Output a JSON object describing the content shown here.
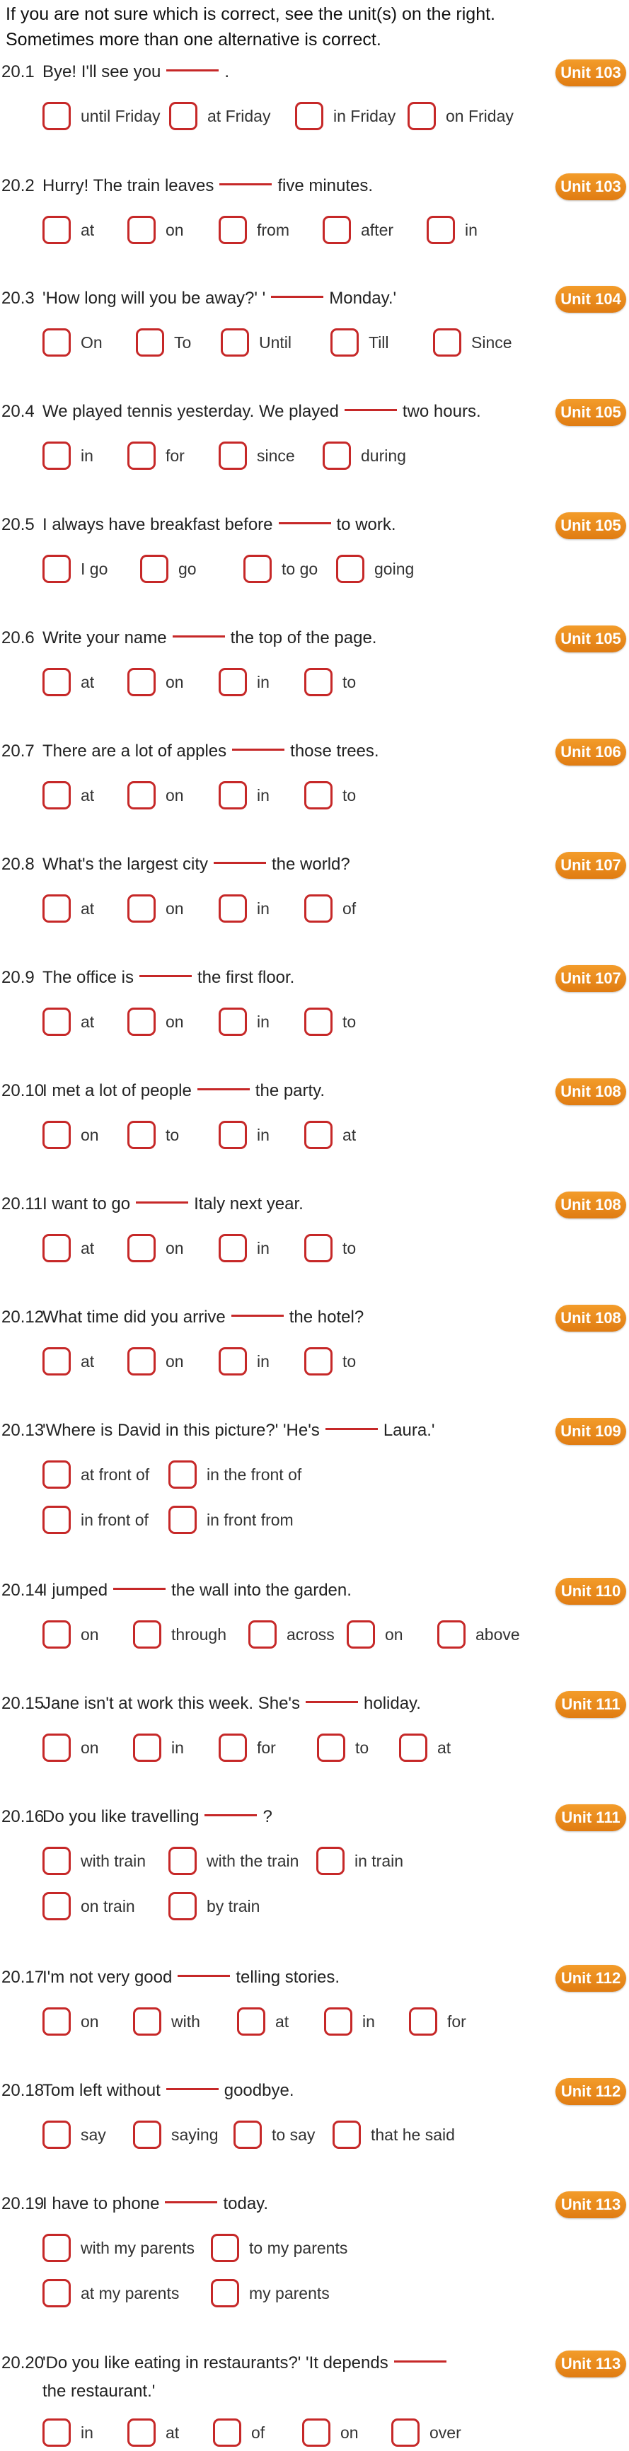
{
  "header": {
    "line1": "If you are not sure which is correct, see the unit(s) on the right.",
    "line2": "Sometimes more than one alternative is correct."
  },
  "questions": [
    {
      "num": "20.1",
      "pre": "Bye!  I'll see you",
      "post": ".",
      "unit": "Unit 103",
      "options": [
        "until Friday",
        "at Friday",
        "in Friday",
        "on Friday"
      ]
    },
    {
      "num": "20.2",
      "pre": "Hurry!  The train leaves",
      "post": "five minutes.",
      "unit": "Unit 103",
      "options": [
        "at",
        "on",
        "from",
        "after",
        "in"
      ]
    },
    {
      "num": "20.3",
      "pre": "'How long will you be away?'     '",
      "post": "Monday.'",
      "unit": "Unit 104",
      "options": [
        "On",
        "To",
        "Until",
        "Till",
        "Since"
      ]
    },
    {
      "num": "20.4",
      "pre": "We played tennis yesterday.  We played",
      "post": "two hours.",
      "unit": "Unit 105",
      "options": [
        "in",
        "for",
        "since",
        "during"
      ]
    },
    {
      "num": "20.5",
      "pre": "I always have breakfast before",
      "post": "to work.",
      "unit": "Unit 105",
      "options": [
        "I go",
        "go",
        "to go",
        "going"
      ]
    },
    {
      "num": "20.6",
      "pre": "Write your name",
      "post": "the top of the page.",
      "unit": "Unit 105",
      "options": [
        "at",
        "on",
        "in",
        "to"
      ]
    },
    {
      "num": "20.7",
      "pre": "There are a lot of apples",
      "post": "those trees.",
      "unit": "Unit 106",
      "options": [
        "at",
        "on",
        "in",
        "to"
      ]
    },
    {
      "num": "20.8",
      "pre": "What's the largest city",
      "post": "the world?",
      "unit": "Unit 107",
      "options": [
        "at",
        "on",
        "in",
        "of"
      ]
    },
    {
      "num": "20.9",
      "pre": "The office is",
      "post": "the first floor.",
      "unit": "Unit 107",
      "options": [
        "at",
        "on",
        "in",
        "to"
      ]
    },
    {
      "num": "20.10",
      "pre": "I met a lot of people",
      "post": "the party.",
      "unit": "Unit 108",
      "options": [
        "on",
        "to",
        "in",
        "at"
      ]
    },
    {
      "num": "20.11",
      "pre": "I want to go",
      "post": "Italy next year.",
      "unit": "Unit 108",
      "options": [
        "at",
        "on",
        "in",
        "to"
      ]
    },
    {
      "num": "20.12",
      "pre": "What time did you arrive",
      "post": "the hotel?",
      "unit": "Unit 108",
      "options": [
        "at",
        "on",
        "in",
        "to"
      ]
    },
    {
      "num": "20.13",
      "pre": "'Where is David in this picture?'    'He's",
      "post": "Laura.'",
      "unit": "Unit 109",
      "options": [
        "at front of",
        "in the front of",
        "in front of",
        "in front from"
      ]
    },
    {
      "num": "20.14",
      "pre": "I jumped",
      "post": "the wall into the garden.",
      "unit": "Unit 110",
      "options": [
        "on",
        "through",
        "across",
        "on",
        "above"
      ]
    },
    {
      "num": "20.15",
      "pre": "Jane isn't at work this week.  She's",
      "post": "holiday.",
      "unit": "Unit 111",
      "options": [
        "on",
        "in",
        "for",
        "to",
        "at"
      ]
    },
    {
      "num": "20.16",
      "pre": "Do you like travelling",
      "post": "?",
      "unit": "Unit 111",
      "options": [
        "with train",
        "with the train",
        "in train",
        "on train",
        "by train"
      ]
    },
    {
      "num": "20.17",
      "pre": "I'm not very good",
      "post": "telling stories.",
      "unit": "Unit 112",
      "options": [
        "on",
        "with",
        "at",
        "in",
        "for"
      ]
    },
    {
      "num": "20.18",
      "pre": "Tom left without",
      "post": "goodbye.",
      "unit": "Unit 112",
      "options": [
        "say",
        "saying",
        "to say",
        "that he said"
      ]
    },
    {
      "num": "20.19",
      "pre": "I have to phone",
      "post": "today.",
      "unit": "Unit 113",
      "options": [
        "with my parents",
        "to my parents",
        "at my parents",
        "my parents"
      ]
    },
    {
      "num": "20.20",
      "pre": "'Do you like eating in restaurants?'    'It depends",
      "post": "",
      "post2": "the restaurant.'",
      "unit": "Unit 113",
      "options": [
        "in",
        "at",
        "of",
        "on",
        "over"
      ]
    }
  ]
}
